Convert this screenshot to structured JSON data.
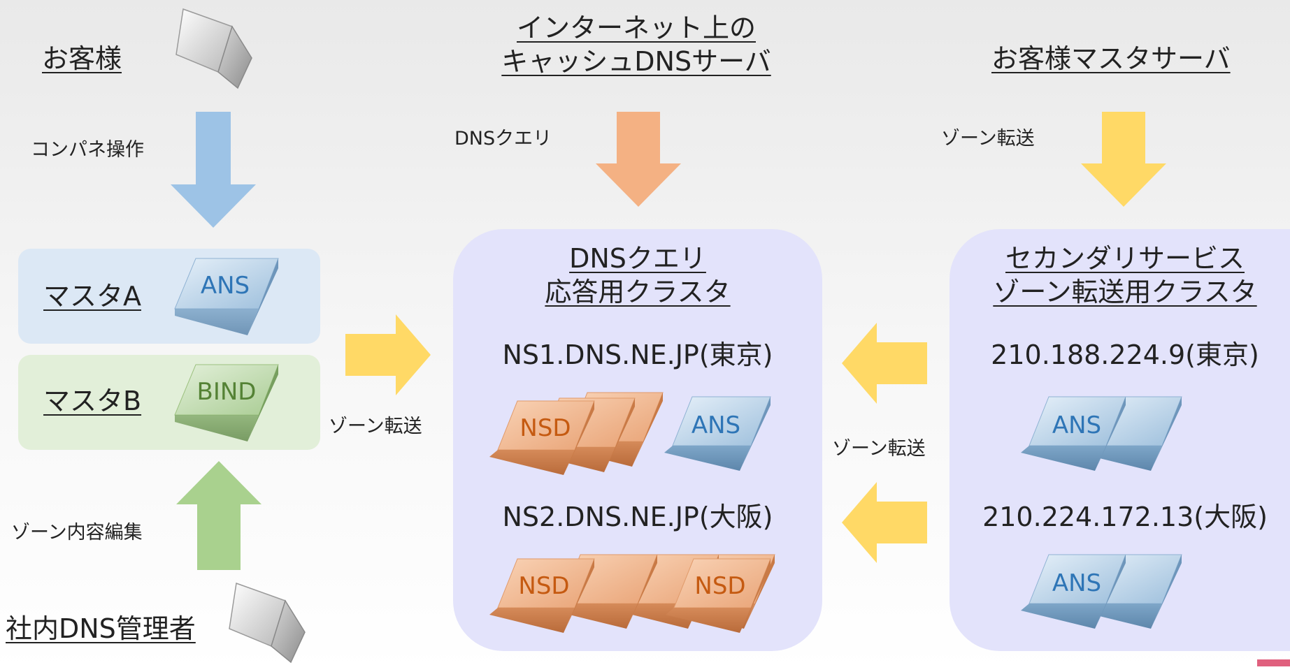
{
  "actors": {
    "customer": "お客様",
    "internet_cache_line1": "インターネット上の",
    "internet_cache_line2": "キャッシュDNSサーバ",
    "customer_master": "お客様マスタサーバ",
    "internal_admin": "社内DNS管理者"
  },
  "flows": {
    "control_panel": "コンパネ操作",
    "dns_query": "DNSクエリ",
    "zone_transfer": "ゾーン転送",
    "zone_edit": "ゾーン内容編集"
  },
  "masters": {
    "a_label": "マスタA",
    "a_software": "ANS",
    "b_label": "マスタB",
    "b_software": "BIND"
  },
  "query_cluster": {
    "title_line1": "DNSクエリ",
    "title_line2": "応答用クラスタ",
    "ns1": "NS1.DNS.NE.JP(東京)",
    "ns2": "NS2.DNS.NE.JP(大阪)",
    "nsd": "NSD",
    "ans": "ANS"
  },
  "secondary_cluster": {
    "title_line1": "セカンダリサービス",
    "title_line2": "ゾーン転送用クラスタ",
    "tokyo_ip": "210.188.224.9(東京)",
    "osaka_ip": "210.224.172.13(大阪)",
    "ans": "ANS"
  },
  "colors": {
    "blue_arrow": "#9dc3e6",
    "orange_arrow": "#f4b183",
    "yellow_arrow": "#ffd966",
    "green_arrow": "#a9d18e",
    "panel_lavender": "#e3e3fb",
    "master_a_bg": "#dce8f5",
    "master_b_bg": "#e2efd9",
    "nsd_text": "#c55a11",
    "ans_text": "#2e75b6",
    "bind_text": "#548235",
    "accent_corner": "#e0607e"
  }
}
